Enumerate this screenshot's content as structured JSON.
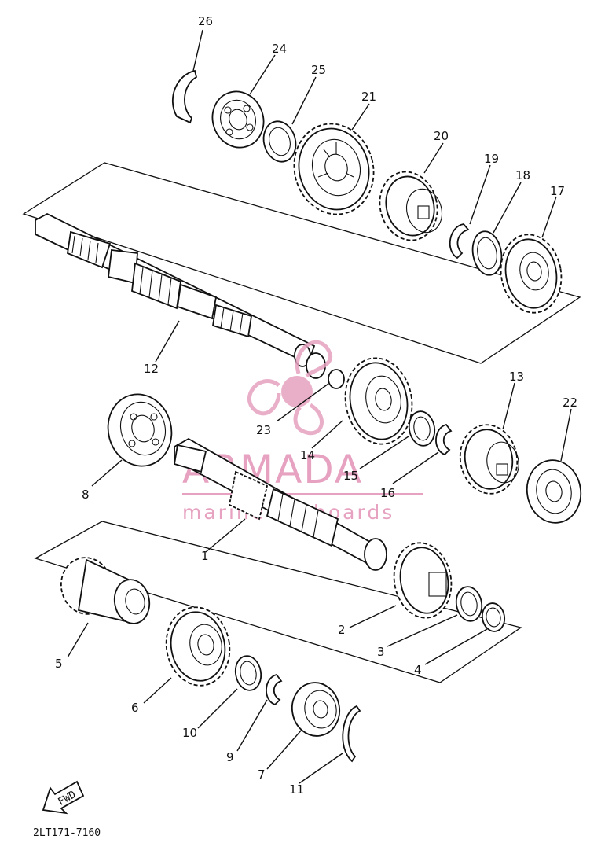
{
  "watermark": {
    "brand": "ARMADA",
    "subtitle": "marine outboards",
    "color": "#e6a2c0"
  },
  "diagram_code": "2LT171-7160",
  "fwd_label": "FWD",
  "callouts": [
    "26",
    "24",
    "25",
    "21",
    "20",
    "19",
    "18",
    "17",
    "12",
    "23",
    "14",
    "13",
    "22",
    "15",
    "16",
    "8",
    "1",
    "5",
    "2",
    "3",
    "4",
    "6",
    "10",
    "9",
    "7",
    "11"
  ]
}
